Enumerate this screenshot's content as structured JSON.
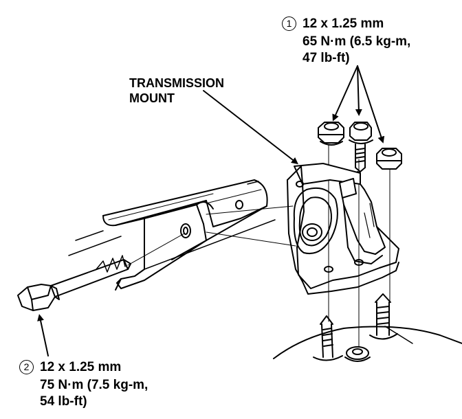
{
  "callout_1": {
    "number": "1",
    "size": "12 x 1.25 mm",
    "torque_line1": "65 N·m (6.5 kg-m,",
    "torque_line2": "47 lb-ft)"
  },
  "mount_label": {
    "line1": "TRANSMISSION",
    "line2": "MOUNT"
  },
  "callout_2": {
    "number": "2",
    "size": "12 x 1.25 mm",
    "torque_line1": "75 N·m (7.5 kg-m,",
    "torque_line2": "54 lb-ft)"
  }
}
